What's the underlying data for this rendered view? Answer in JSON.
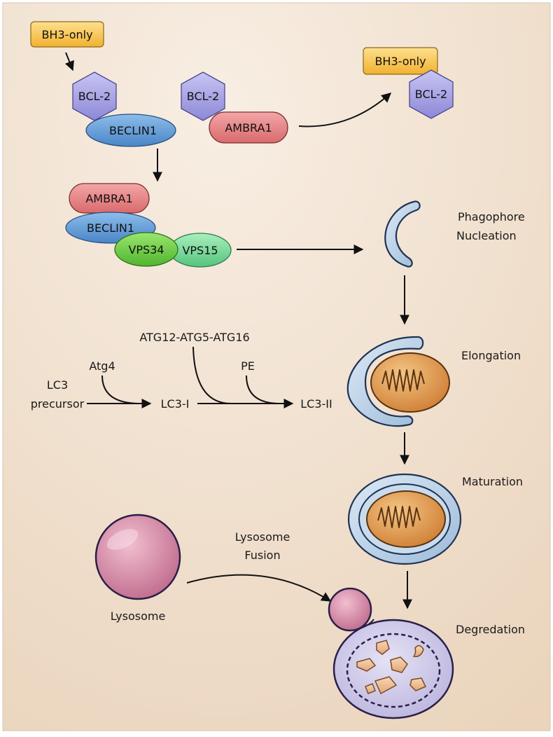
{
  "colors": {
    "background": "#f0dfcd",
    "bcl2": "#a9a6e6",
    "beclin1": "#6aa2db",
    "ambra1": "#e88486",
    "vps34": "#66cc44",
    "vps15": "#77dd99",
    "bh3": "#f7c64a",
    "membrane": "#b9d2e9",
    "mitochondria": "#dc9a4f",
    "lysosome": "#d690a8"
  },
  "top_complex": {
    "bh3_label": "BH3-only",
    "bcl2_label": "BCL-2",
    "beclin1_label": "BECLIN1"
  },
  "ambra_complex": {
    "bcl2_label": "BCL-2",
    "ambra1_label": "AMBRA1"
  },
  "released_complex": {
    "bh3_label": "BH3-only",
    "bcl2_label": "BCL-2"
  },
  "vps_complex": {
    "ambra1_label": "AMBRA1",
    "beclin1_label": "BECLIN1",
    "vps34_label": "VPS34",
    "vps15_label": "VPS15"
  },
  "stages": {
    "nucleation_line1": "Phagophore",
    "nucleation_line2": "Nucleation",
    "elongation": "Elongation",
    "maturation": "Maturation",
    "degradation": "Degredation"
  },
  "lc3": {
    "precursor_line1": "LC3",
    "precursor_line2": "precursor",
    "atg4": "Atg4",
    "lc3_i": "LC3-I",
    "atg_complex": "ATG12-ATG5-ATG16",
    "pe": "PE",
    "lc3_ii": "LC3-II"
  },
  "lysosome": {
    "label": "Lysosome",
    "fusion_line1": "Lysosome",
    "fusion_line2": "Fusion"
  }
}
